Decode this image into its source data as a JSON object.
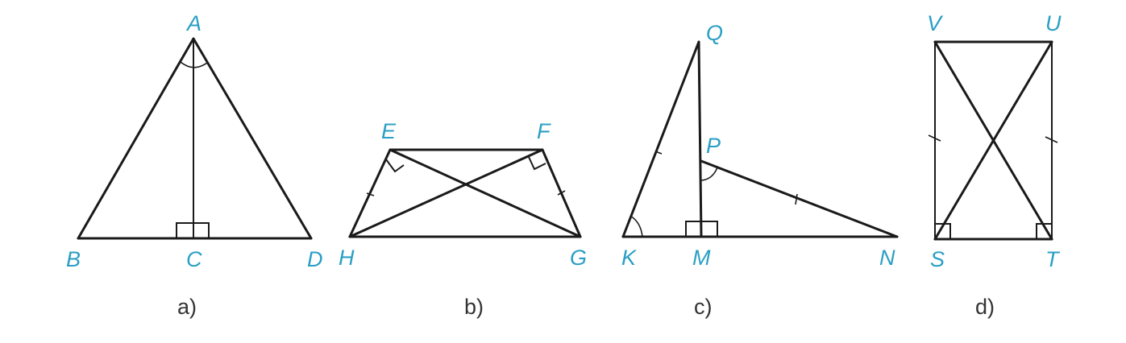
{
  "colors": {
    "label": "#2a9fc4",
    "line": "#1a1a1a",
    "caption": "#333333"
  },
  "figures": [
    {
      "caption": "a)",
      "vertices": {
        "A": "A",
        "B": "B",
        "C": "C",
        "D": "D"
      },
      "marks": [
        "right angle at C",
        "equal angles BAC and CAD"
      ]
    },
    {
      "caption": "b)",
      "vertices": {
        "E": "E",
        "F": "F",
        "H": "H",
        "G": "G"
      },
      "marks": [
        "right angle at E",
        "right angle at F",
        "EH = FG"
      ]
    },
    {
      "caption": "c)",
      "vertices": {
        "Q": "Q",
        "P": "P",
        "K": "K",
        "M": "M",
        "N": "N"
      },
      "marks": [
        "right angle at M",
        "equal angles QKM and MPN",
        "KQ = PN"
      ]
    },
    {
      "caption": "d)",
      "vertices": {
        "V": "V",
        "U": "U",
        "S": "S",
        "T": "T"
      },
      "marks": [
        "right angle at S",
        "right angle at T",
        "VS = UT"
      ]
    }
  ]
}
